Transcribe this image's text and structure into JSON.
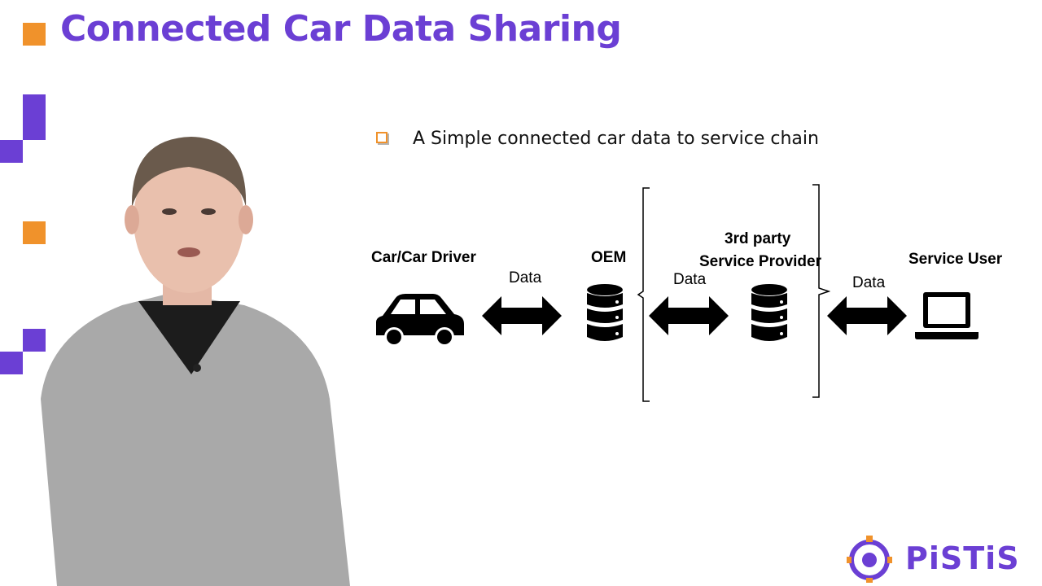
{
  "slide": {
    "title": "Connected Car Data Sharing",
    "bullet": "A Simple connected car data to service chain"
  },
  "diagram": {
    "car_label": "Car/Car Driver",
    "oem_label": "OEM",
    "provider_label_line1": "3rd party",
    "provider_label_line2": "Service Provider",
    "user_label": "Service User",
    "arrow1_label": "Data",
    "arrow2_label": "Data",
    "arrow3_label": "Data"
  },
  "logo": {
    "text": "PiSTiS"
  },
  "colors": {
    "accent_purple": "#6b3fd4",
    "accent_orange": "#f0922b"
  },
  "icons": [
    "car-icon",
    "database-icon",
    "laptop-icon",
    "double-arrow-icon",
    "bullet-checkbox-icon",
    "pistis-logo-icon"
  ]
}
